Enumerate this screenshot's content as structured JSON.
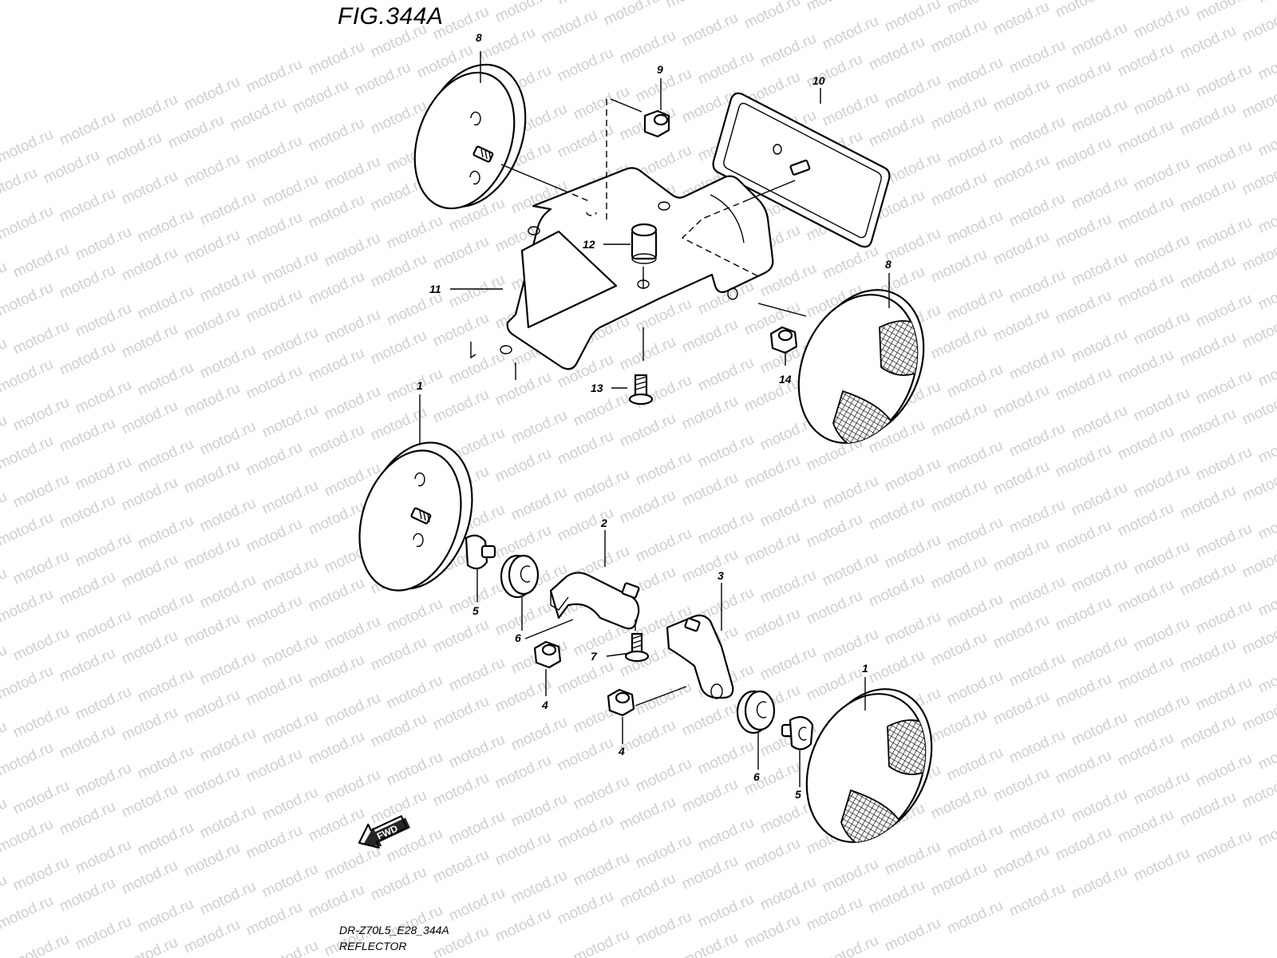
{
  "figure": {
    "title": "FIG.344A",
    "code": "DR-Z70L5_E28_344A",
    "name": "REFLECTOR",
    "watermark": "motod.ru",
    "direction_label": "FWD"
  },
  "callouts": [
    {
      "id": "c8a",
      "label": "8"
    },
    {
      "id": "c9",
      "label": "9"
    },
    {
      "id": "c10",
      "label": "10"
    },
    {
      "id": "c12",
      "label": "12"
    },
    {
      "id": "c11",
      "label": "11"
    },
    {
      "id": "c8b",
      "label": "8"
    },
    {
      "id": "c13",
      "label": "13"
    },
    {
      "id": "c14",
      "label": "14"
    },
    {
      "id": "c1a",
      "label": "1"
    },
    {
      "id": "c2",
      "label": "2"
    },
    {
      "id": "c3",
      "label": "3"
    },
    {
      "id": "c5a",
      "label": "5"
    },
    {
      "id": "c6a",
      "label": "6"
    },
    {
      "id": "c7",
      "label": "7"
    },
    {
      "id": "c4a",
      "label": "4"
    },
    {
      "id": "c4b",
      "label": "4"
    },
    {
      "id": "c1b",
      "label": "1"
    },
    {
      "id": "c6b",
      "label": "6"
    },
    {
      "id": "c5b",
      "label": "5"
    }
  ]
}
